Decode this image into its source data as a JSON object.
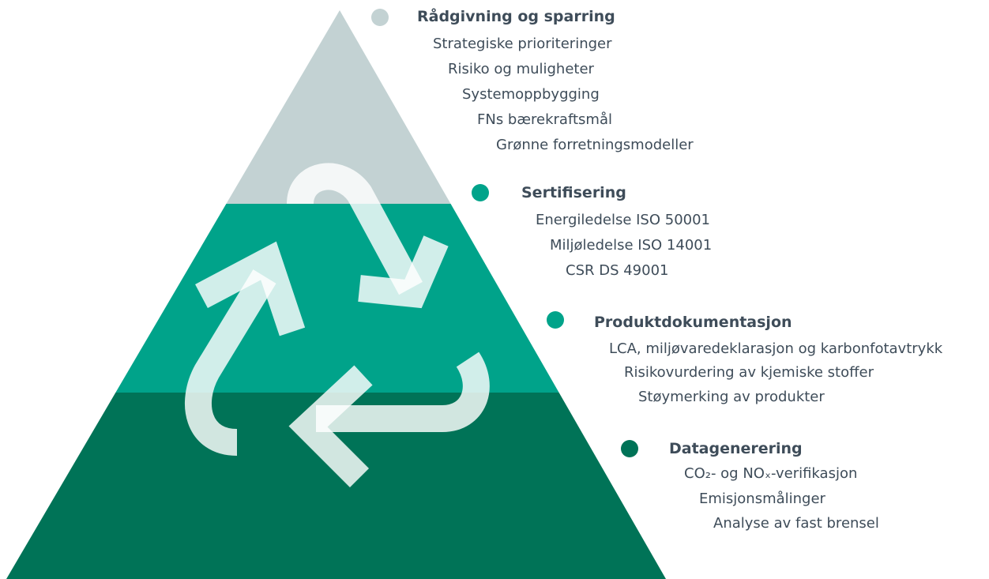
{
  "colors": {
    "tier_top": "#c3d2d3",
    "tier_upper_mid": "#00a38a",
    "tier_lower_mid": "#00a38a",
    "tier_bottom": "#007357",
    "arrow": "#ffffff",
    "text": "#3e4c59"
  },
  "icons": {
    "center": "recycle-arrows-icon"
  },
  "sections": [
    {
      "title": "Rådgivning og sparring",
      "dot_color": "#c3d2d3",
      "items": [
        "Strategiske prioriteringer",
        "Risiko og muligheter",
        "Systemoppbygging",
        "FNs bærekraftsmål",
        "Grønne forretningsmodeller"
      ]
    },
    {
      "title": "Sertifisering",
      "dot_color": "#00a38a",
      "items": [
        "Energiledelse ISO 50001",
        "Miljøledelse ISO 14001",
        "CSR DS 49001"
      ]
    },
    {
      "title": "Produktdokumentasjon",
      "dot_color": "#00a38a",
      "items": [
        "LCA, miljøvaredeklarasjon og karbonfotavtrykk",
        "Risikovurdering av kjemiske stoffer",
        "Støymerking av produkter"
      ]
    },
    {
      "title": "Datagenerering",
      "dot_color": "#007357",
      "items": [
        "CO₂- og NOₓ-verifikasjon",
        "Emisjonsmålinger",
        "Analyse av fast brensel"
      ]
    }
  ]
}
